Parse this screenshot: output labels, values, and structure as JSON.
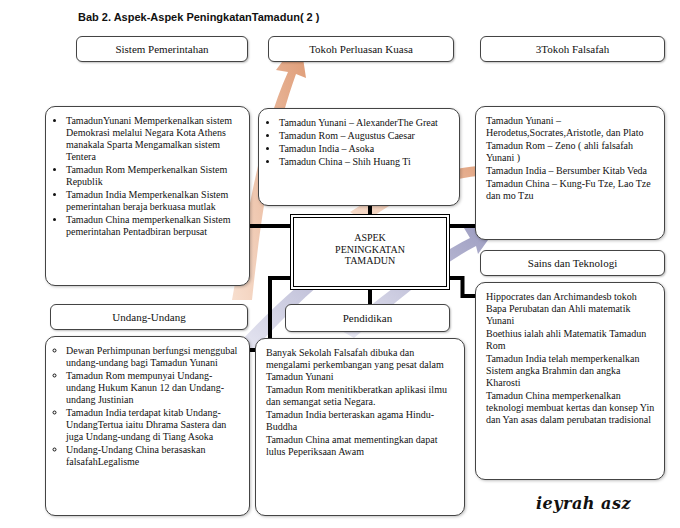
{
  "diagram": {
    "title": "Bab 2. Aspek-Aspek PeningkatanTamadun( 2 )",
    "nodes": [
      {
        "text": [
          "Sistem Pemerintahan"
        ]
      },
      {
        "text": [
          "TamadunYunani Memperkenalkan sistem Demokrasi melalui Negara Kota Athens manakala Sparta Mengamalkan sistem Tentera",
          "Tamadun Rom Memperkenalkan Sistem Republik",
          "Tamadun India Memperkenalkan Sistem pemerintahan beraja berkuasa mutlak",
          "Tamadun China memperkenalkan Sistem pemerintahan Pentadbiran berpusat"
        ]
      },
      {
        "text": [
          "Tokoh Perluasan Kuasa"
        ]
      },
      {
        "text": [
          "Tamadun Yunani – AlexanderThe Great",
          "Tamadun Rom – Augustus Caesar",
          "Tamadun India – Asoka",
          "Tamadun China – Shih Huang Ti"
        ]
      },
      {
        "text": [
          "3Tokoh Falsafah"
        ]
      },
      {
        "text": [
          "Tamadun Yunani – Herodetus,Socrates,Aristotle, dan Plato",
          "Tamadun Rom – Zeno ( ahli falsafah Yunani )",
          "Tamadun India – Bersumber Kitab Veda",
          "Tamadun China – Kung-Fu Tze, Lao Tze dan mo Tzu"
        ]
      },
      {
        "text": [
          "ASPEK PENINGKATAN TAMADUN"
        ]
      },
      {
        "text": [
          "Sains dan Teknologi"
        ]
      },
      {
        "text": [
          "Hippocrates dan Archimandesb tokoh Bapa Perubatan dan Ahli matematik Yunani",
          "Boethius ialah ahli Matematik Tamadun Rom",
          "Tamadun India telah memperkenalkan Sistem angka Brahmin dan angka Kharosti",
          "Tamadun China memperkenalkan teknologi membuat kertas dan konsep Yin dan Yan asas dalam perubatan tradisional"
        ]
      },
      {
        "text": [
          "Undang-Undang"
        ]
      },
      {
        "text": [
          "Dewan Perhimpunan berfungsi menggubal undang-undang bagi Tamadun Yunani",
          "Tamadun Rom mempunyai Undang-undang Hukum Kanun 12 dan Undang-undang Justinian",
          "Tamadun India terdapat kitab Undang-UndangTertua iaitu Dhrama Sastera dan juga Undang-undang di Tiang Asoka",
          "Undang-Undang China berasaskan falsafahLegalisme"
        ]
      },
      {
        "text": [
          "Pendidikan"
        ]
      },
      {
        "text": [
          "Banyak Sekolah Falsafah dibuka dan mengalami perkembangan yang pesat dalam Tamadun Yunani",
          "Tamadun Rom menitikberatkan aplikasi ilmu dan semangat setia Negara.",
          "Tamadun India berteraskan agama Hindu-Buddha",
          "Tamadun China amat mementingkan dapat lulus Peperiksaan Awam"
        ]
      }
    ],
    "edges": [
      {
        "from": 6,
        "to": 1,
        "arrow": "none"
      },
      {
        "from": 6,
        "to": 3,
        "arrow": "none"
      },
      {
        "from": 6,
        "to": 5,
        "arrow": "none"
      },
      {
        "from": 6,
        "to": 8,
        "arrow": "none"
      },
      {
        "from": 6,
        "to": 10,
        "arrow": "none"
      },
      {
        "from": 6,
        "to": 11,
        "arrow": "none"
      }
    ],
    "labels": [
      "ieyrah asz"
    ]
  }
}
